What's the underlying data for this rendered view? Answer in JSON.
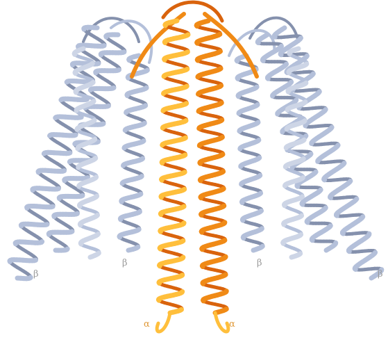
{
  "figure": {
    "kind": "protein ribbon structure",
    "colors": {
      "background": "#ffffff",
      "beta_dark": "#8591ad",
      "beta_light": "#b4c0da",
      "alpha_dark": "#d9630d",
      "alpha_mid": "#f08a16",
      "alpha_light": "#ffbf3c",
      "label_beta": "#9a9a9a",
      "label_alpha": "#e09a3a"
    },
    "labels": {
      "beta_1": "β",
      "beta_2": "β",
      "beta_3": "β",
      "beta_4": "β",
      "alpha_1": "α",
      "alpha_2": "α"
    }
  }
}
